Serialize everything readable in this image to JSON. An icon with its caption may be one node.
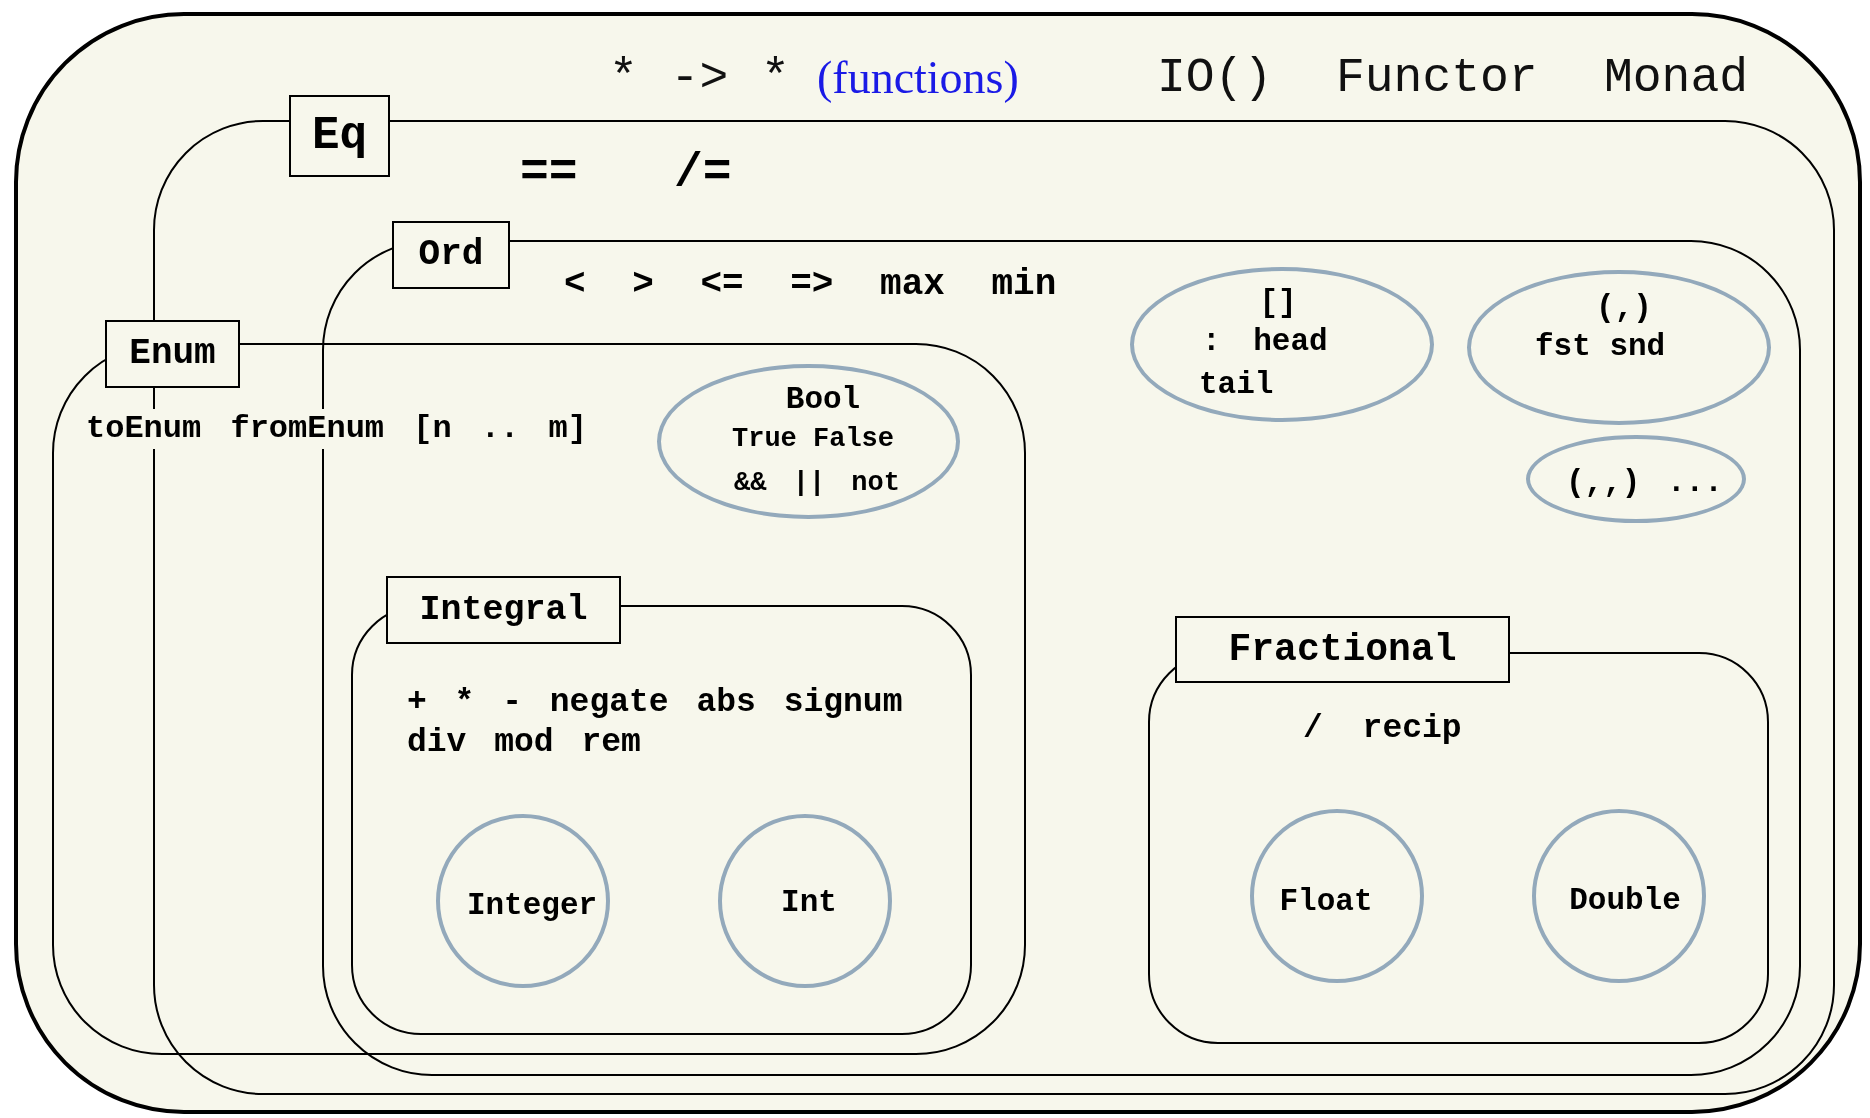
{
  "diagram": {
    "nodes": [
      {
        "text": [
          "* -> *",
          "(functions)",
          "IO()",
          "Functor",
          "Monad"
        ]
      },
      {
        "text": [
          "Eq",
          "==",
          "/="
        ],
        "in": 0
      },
      {
        "text": [
          "Ord",
          "< > <= => max min"
        ],
        "in": 1
      },
      {
        "text": [
          "Enum",
          "toEnum fromEnum [n .. m]"
        ],
        "in": 0
      },
      {
        "text": [
          "Bool",
          "True False",
          "&& || not"
        ]
      },
      {
        "text": [
          "Integral",
          "+ * - negate abs signum div mod rem"
        ]
      },
      {
        "text": [
          "Integer"
        ],
        "in": 5
      },
      {
        "text": [
          "Int"
        ],
        "in": 5
      },
      {
        "text": [
          "[]",
          ": head",
          "tail"
        ],
        "in": 2
      },
      {
        "text": [
          "(,)",
          "fst snd"
        ],
        "in": 2
      },
      {
        "text": [
          "(,,) ..."
        ],
        "in": 2
      },
      {
        "text": [
          "Fractional",
          "/ recip"
        ],
        "in": 2
      },
      {
        "text": [
          "Float"
        ],
        "in": 11
      },
      {
        "text": [
          "Double"
        ],
        "in": 11
      }
    ]
  }
}
